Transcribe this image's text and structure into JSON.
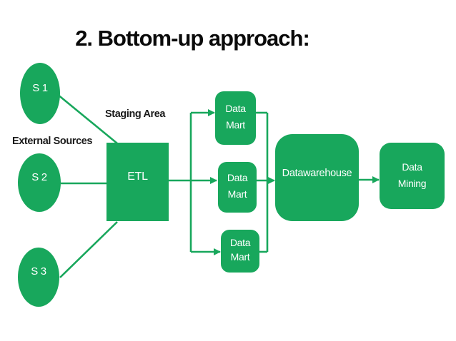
{
  "title": "2. Bottom-up approach:",
  "colors": {
    "green": "#18a75c",
    "title_text": "#0a0a0a",
    "label_text": "#1a1a1a",
    "node_text": "#ffffff",
    "background": "#ffffff"
  },
  "annotations": {
    "external_sources": "External Sources",
    "staging_area": "Staging Area"
  },
  "nodes": {
    "source_1": {
      "label": "S 1"
    },
    "source_2": {
      "label": "S 2"
    },
    "source_3": {
      "label": "S 3"
    },
    "etl": {
      "label": "ETL"
    },
    "data_mart_top": {
      "line1": "Data",
      "line2": "Mart"
    },
    "data_mart_middle": {
      "line1": "Data",
      "line2": "Mart"
    },
    "data_mart_bottom": {
      "line1": "Data",
      "line2": "Mart"
    },
    "datawarehouse": {
      "label": "Datawarehouse"
    },
    "data_mining": {
      "line1": "Data",
      "line2": "Mining"
    }
  }
}
